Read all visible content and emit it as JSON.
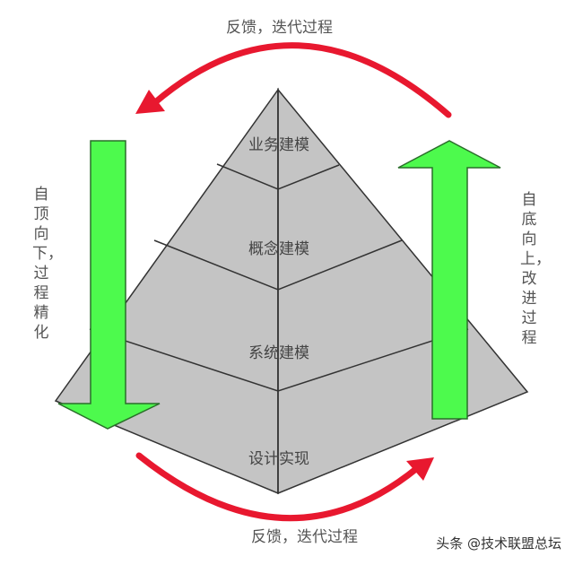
{
  "diagram": {
    "title_top": "反馈，迭代过程",
    "title_bottom": "反馈，迭代过程",
    "left_side_label": "自顶向下，过程精化",
    "right_side_label": "自底向上，改进过程",
    "layers": [
      {
        "label": "业务建模"
      },
      {
        "label": "概念建模"
      },
      {
        "label": "系统建模"
      },
      {
        "label": "设计实现"
      }
    ],
    "arrows": {
      "top_feedback": {
        "direction": "right-to-left",
        "color": "#e8182f"
      },
      "bottom_feedback": {
        "direction": "left-to-right",
        "color": "#e8182f"
      },
      "top_down": {
        "direction": "down",
        "color": "#4dfa4d"
      },
      "bottom_up": {
        "direction": "up",
        "color": "#4dfa4d"
      }
    },
    "colors": {
      "pyramid_fill": "#c4c4c4",
      "pyramid_stroke": "#333333",
      "arrow_stroke": "#2a6e2a",
      "text": "#555555"
    }
  },
  "watermark": "头条 @技术联盟总坛"
}
